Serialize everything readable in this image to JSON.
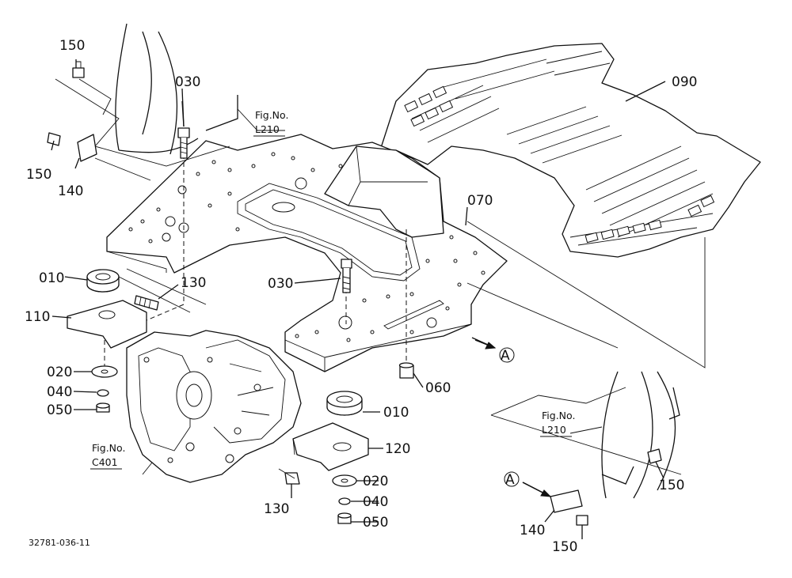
{
  "diagram": {
    "part_numbers": {
      "p010": "010",
      "p020": "020",
      "p030": "030",
      "p040": "040",
      "p050": "050",
      "p060": "060",
      "p070": "070",
      "p090": "090",
      "p110": "110",
      "p120": "120",
      "p130": "130",
      "p140": "140",
      "p150": "150"
    },
    "figure_refs": {
      "fig_no": "Fig.No.",
      "l210": "L210",
      "c401": "C401"
    },
    "view_marker": "A",
    "drawing_number": "32781-036-11"
  }
}
